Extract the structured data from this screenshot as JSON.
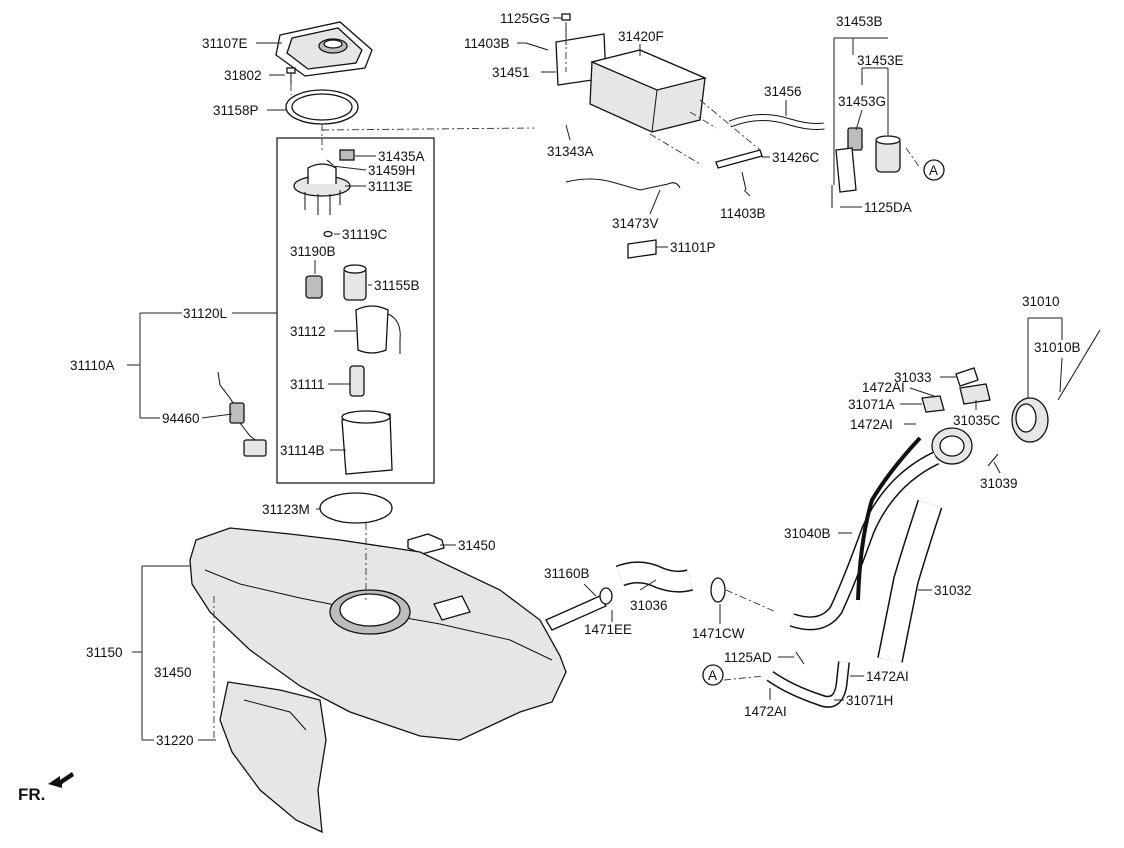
{
  "diagram": {
    "labels": {
      "p31107E": "31107E",
      "p31802": "31802",
      "p31158P": "31158P",
      "p1125GG": "1125GG",
      "p11403B_top": "11403B",
      "p31451": "31451",
      "p31420F": "31420F",
      "p31453B": "31453B",
      "p31453E": "31453E",
      "p31453G": "31453G",
      "p31456": "31456",
      "p31343A": "31343A",
      "p31426C": "31426C",
      "p11403B_bottom": "11403B",
      "p1125DA": "1125DA",
      "p31473V": "31473V",
      "p31101P": "31101P",
      "p31435A": "31435A",
      "p31459H": "31459H",
      "p31113E": "31113E",
      "p31119C": "31119C",
      "p31190B": "31190B",
      "p31155B": "31155B",
      "p31120L": "31120L",
      "p31112": "31112",
      "p31110A": "31110A",
      "p31111": "31111",
      "p94460": "94460",
      "p31114B": "31114B",
      "p31123M": "31123M",
      "p31450_top": "31450",
      "p31150": "31150",
      "p31450_left": "31450",
      "p31220": "31220",
      "p31160B": "31160B",
      "p31036": "31036",
      "p1471EE": "1471EE",
      "p1471CW": "1471CW",
      "p31010": "31010",
      "p31010B": "31010B",
      "p31033": "31033",
      "p1472AI_a": "1472AI",
      "p31071A": "31071A",
      "p31035C": "31035C",
      "p1472AI_b": "1472AI",
      "p31039": "31039",
      "p31040B": "31040B",
      "p31032": "31032",
      "p1125AD": "1125AD",
      "p1472AI_c": "1472AI",
      "p1472AI_d": "1472AI",
      "p31071H": "31071H",
      "ref_a_top": "A",
      "ref_a_bottom": "A",
      "front_indicator": "FR."
    }
  }
}
